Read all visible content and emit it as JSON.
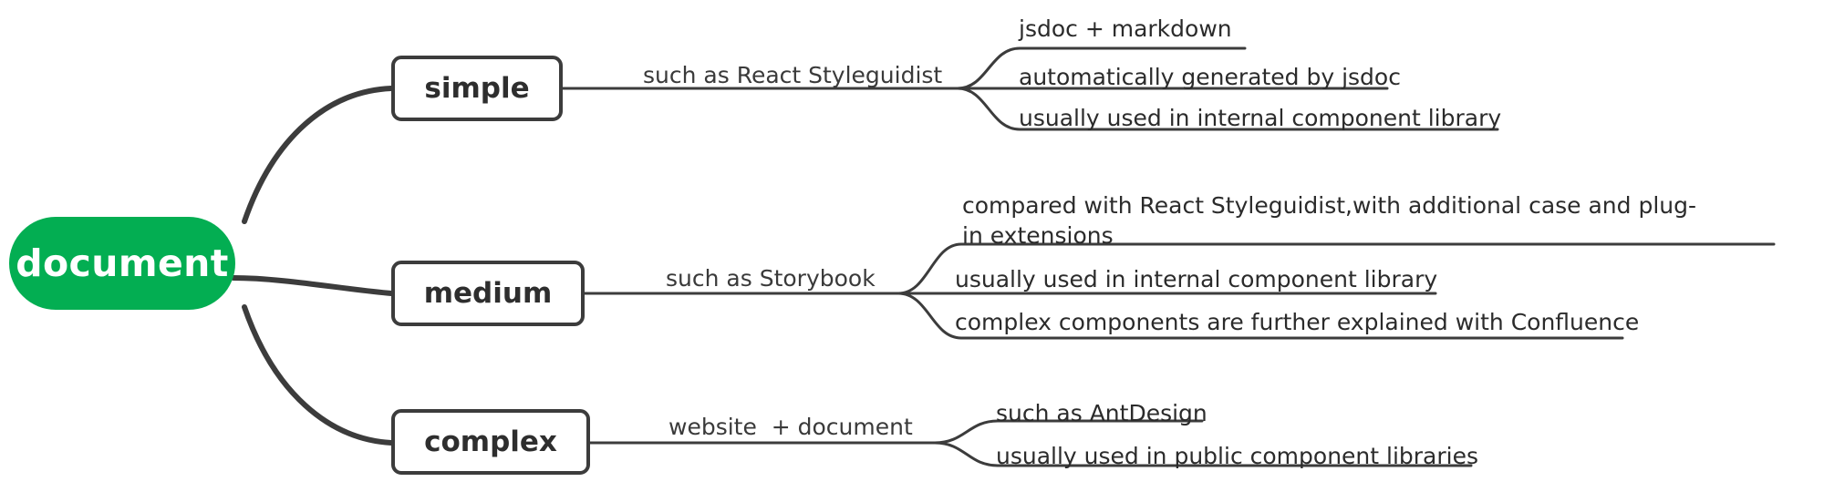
{
  "diagram": {
    "type": "mindmap",
    "title": "document",
    "background": "#ffffff",
    "root_color": "#03AE52",
    "line_color": "#3c3c3c",
    "text_color": "#2b2b2b",
    "root": {
      "label": "document"
    },
    "branches": [
      {
        "id": "simple",
        "label": "simple",
        "edge_label": "such as React Styleguidist",
        "leaves": [
          "jsdoc + markdown",
          "automatically generated by jsdoc",
          "usually used in internal component library"
        ]
      },
      {
        "id": "medium",
        "label": "medium",
        "edge_label": "such as Storybook",
        "leaves": [
          "compared with React Styleguidist,with additional case and plug-in extensions",
          "usually used in internal component library",
          "complex components are further explained with Confluence"
        ]
      },
      {
        "id": "complex",
        "label": "complex",
        "edge_label": "website  + document",
        "leaves": [
          "such as AntDesign",
          "usually used in public component libraries"
        ]
      }
    ]
  }
}
